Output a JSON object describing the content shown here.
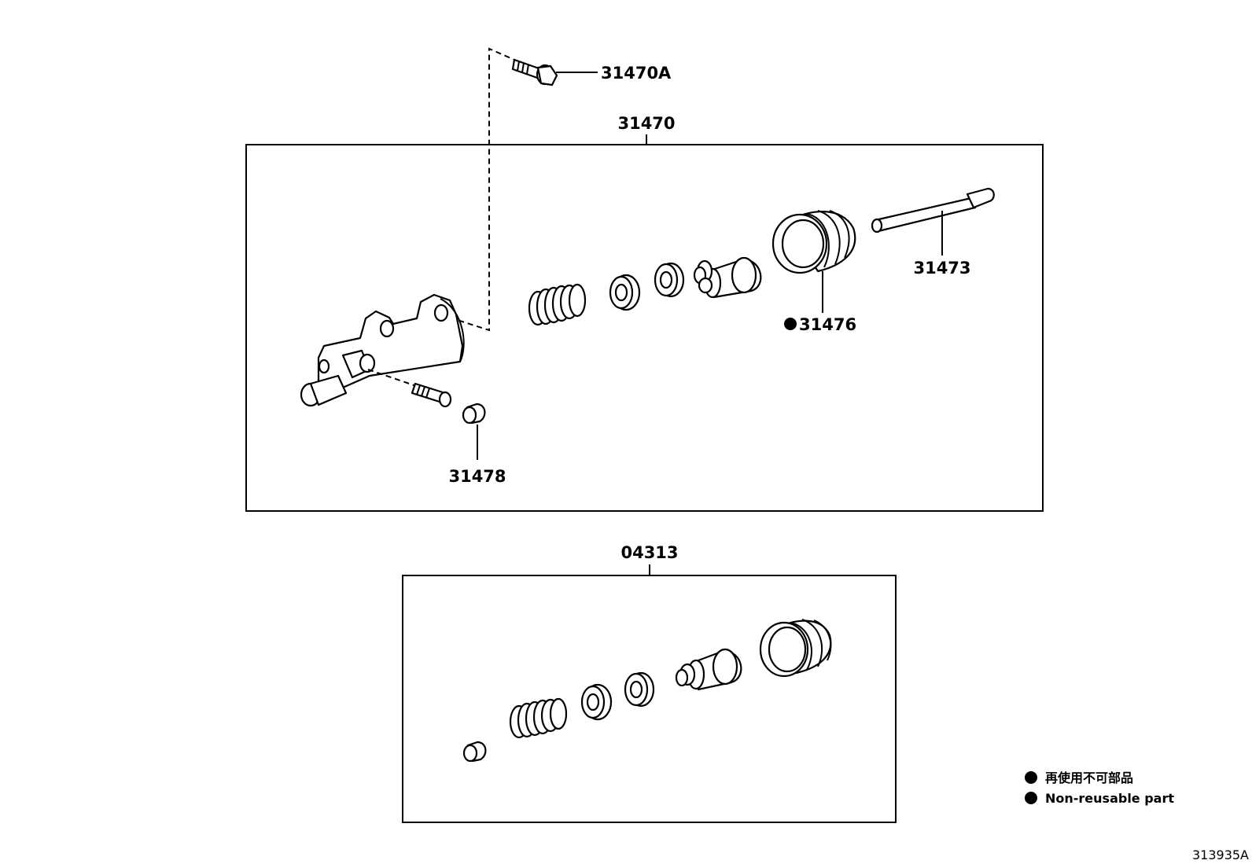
{
  "callouts": {
    "bolt": "31470A",
    "cylinder_assembly": "31470",
    "push_rod": "31473",
    "boot": "31476",
    "bleeder_cap": "31478",
    "repair_kit": "04313"
  },
  "legend": {
    "jp": "再使用不可部品",
    "en": "Non-reusable part"
  },
  "figure_ref": "313935A"
}
